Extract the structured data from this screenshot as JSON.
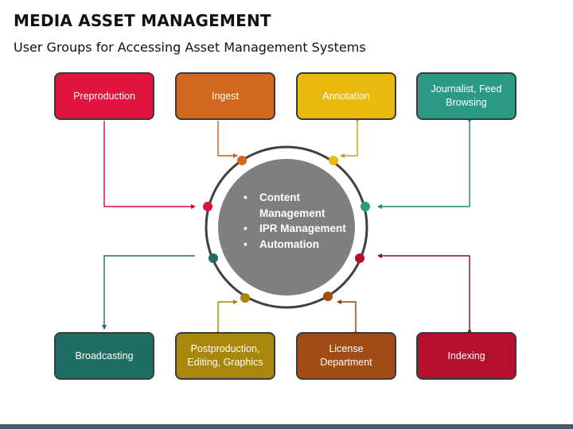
{
  "header": {
    "title": "MEDIA ASSET MANAGEMENT",
    "subtitle": "User Groups for Accessing Asset Management Systems"
  },
  "center": {
    "items": [
      "Content Management",
      "IPR Management",
      "Automation"
    ],
    "fill_color": "#7f7f7f",
    "ring_color": "#404040"
  },
  "groups": {
    "preproduction": {
      "label": "Preproduction",
      "color": "#e0143c"
    },
    "ingest": {
      "label": "Ingest",
      "color": "#d2691e"
    },
    "annotation": {
      "label": "Annotation",
      "color": "#e8b90e"
    },
    "journalist": {
      "label": "Journalist, Feed Browsing",
      "color": "#2a9a84"
    },
    "broadcasting": {
      "label": "Broadcasting",
      "color": "#1f6e63"
    },
    "postproduction": {
      "label": "Postproduction, Editing, Graphics",
      "color": "#a8870a"
    },
    "license": {
      "label": "License Department",
      "color": "#a04c14"
    },
    "indexing": {
      "label": "Indexing",
      "color": "#b4102e"
    }
  }
}
